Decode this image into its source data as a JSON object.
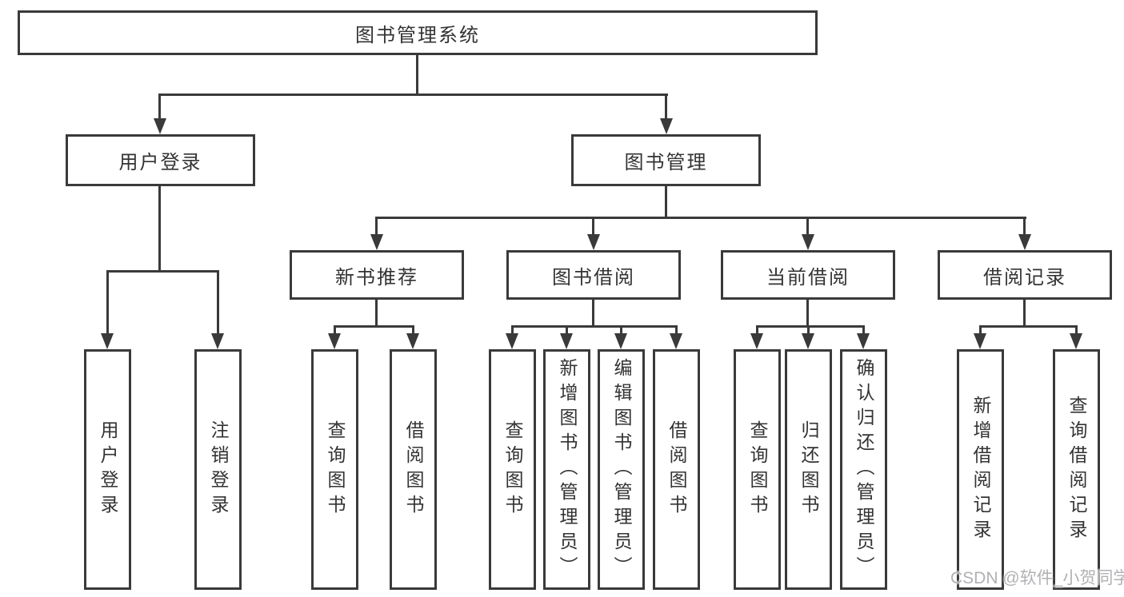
{
  "diagram": {
    "root": "图书管理系统",
    "user": {
      "label": "用户登录",
      "leaves": [
        "用户登录",
        "注销登录"
      ]
    },
    "book": {
      "label": "图书管理",
      "sections": [
        {
          "label": "新书推荐",
          "leaves": [
            "查询图书",
            "借阅图书"
          ]
        },
        {
          "label": "图书借阅",
          "leaves": [
            "查询图书",
            "新增图书（管理员）",
            "编辑图书（管理员）",
            "借阅图书"
          ]
        },
        {
          "label": "当前借阅",
          "leaves": [
            "查询图书",
            "归还图书",
            "确认归还（管理员）"
          ]
        },
        {
          "label": "借阅记录",
          "leaves": [
            "新增借阅记录",
            "查询借阅记录"
          ]
        }
      ]
    }
  },
  "watermark": "CSDN @软件_小贺同学",
  "colors": {
    "line": "#3a3a3a",
    "text": "#333333",
    "watermark": "#b1b1b5",
    "background": "#ffffff"
  }
}
